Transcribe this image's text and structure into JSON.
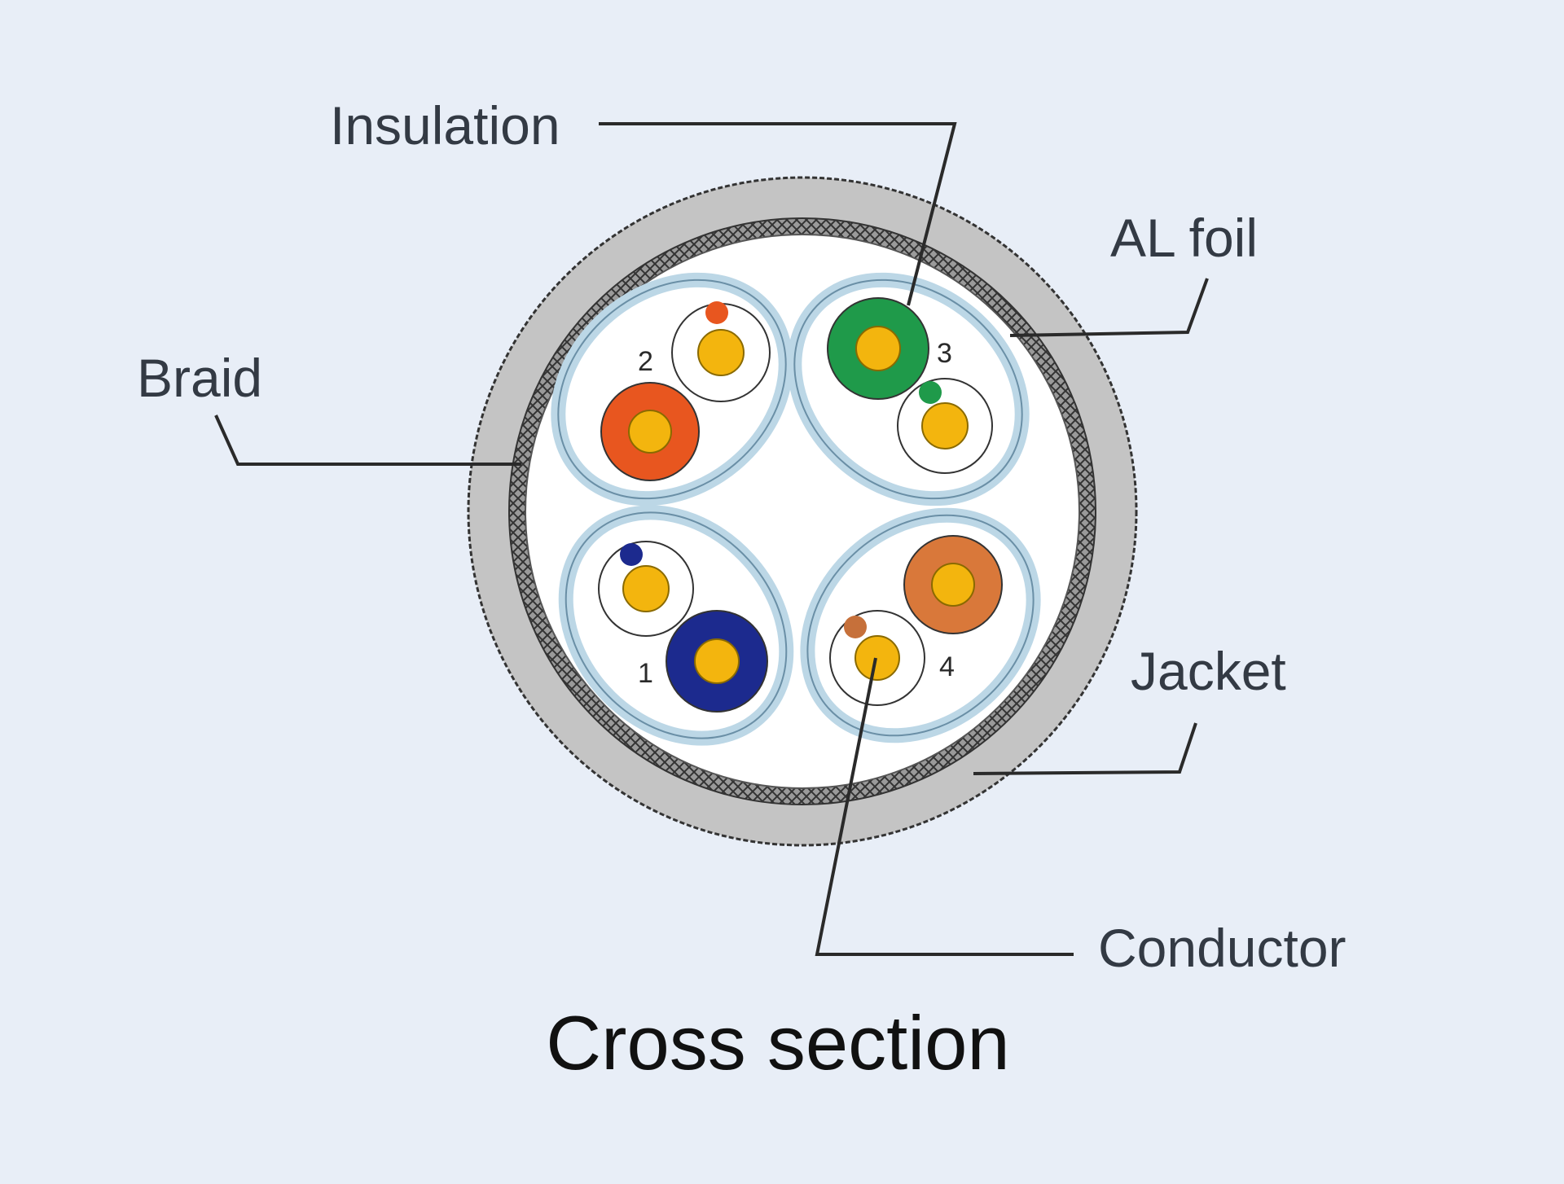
{
  "labels": {
    "insulation": "Insulation",
    "al_foil": "AL foil",
    "braid": "Braid",
    "jacket": "Jacket",
    "conductor": "Conductor"
  },
  "title": "Cross section",
  "pairs": [
    {
      "number": "1",
      "solid_color": "#1c2a8e",
      "stripe_color": "#1c2a8e"
    },
    {
      "number": "2",
      "solid_color": "#e8561f",
      "stripe_color": "#e8561f"
    },
    {
      "number": "3",
      "solid_color": "#1f9a4a",
      "stripe_color": "#1f9a4a"
    },
    {
      "number": "4",
      "solid_color": "#d9783a",
      "stripe_color": "#c6703a"
    }
  ],
  "colors": {
    "background": "#e8eef7",
    "jacket": "#c4c4c4",
    "braid": "#8a8a8a",
    "foil": "#bcd7e6",
    "conductor": "#f3b50e"
  }
}
